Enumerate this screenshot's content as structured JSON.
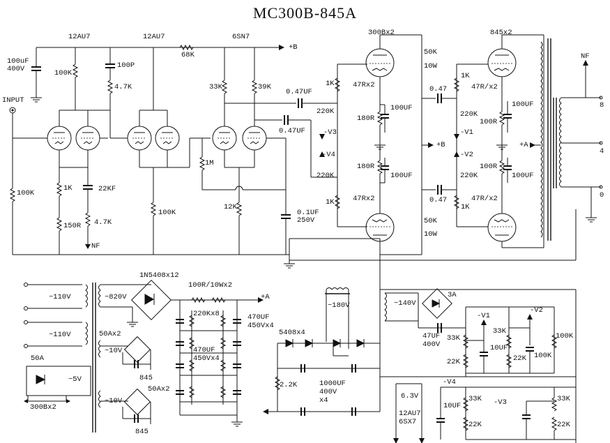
{
  "title": "MC300B-845A",
  "labels": {
    "tube1": "12AU7",
    "tube2": "12AU7",
    "tube3": "6SN7",
    "tube4": "300Bx2",
    "tube5": "845x2",
    "c_in": "100uF",
    "c_in_v": "400V",
    "r100k_a": "100K",
    "c100p": "100P",
    "r4k7_a": "4.7K",
    "r68k": "68K",
    "plusB_top": "+B",
    "r33k": "33K",
    "r39k": "39K",
    "c047_a": "0.47UF",
    "c047_b": "0.47UF",
    "input": "INPUT",
    "r100k_in": "100K",
    "r1k_a": "1K",
    "c22kf": "22KF",
    "r4k7_b": "4.7K",
    "r150r": "150R",
    "nf_a": "NF",
    "r100k_b": "100K",
    "r1m": "1M",
    "r12k": "12K",
    "c01uf": "0.1UF",
    "c01uf_v": "250V",
    "r1k_300_top": "1K",
    "r47_300_top": "47Rx2",
    "r220k_300_top": "220K",
    "v3": "-V3",
    "r180_top": "180R",
    "c100uf_300_top": "100UF",
    "v4": "-V4",
    "r220k_300_bot": "220K",
    "r180_bot": "180R",
    "c100uf_300_bot": "100UF",
    "r1k_300_bot": "1K",
    "r47_300_bot": "47Rx2",
    "r50k_top": "50K",
    "w10_top": "10W",
    "r50k_bot": "50K",
    "w10_bot": "10W",
    "plusB_mid": "+B",
    "c047_c": "0.47",
    "c047_d": "0.47",
    "r1k_845_top": "1K",
    "r47_845_top": "47R/x2",
    "r220k_845_top": "220K",
    "v1_a": "-V1",
    "c100uf_845_top": "100UF",
    "r100r_a": "100R",
    "v2_a": "-V2",
    "r220k_845_bot": "220K",
    "r100r_b": "100R",
    "c100uf_845_bot": "100UF",
    "r1k_845_bot": "1K",
    "r47_845_bot": "47R/x2",
    "plusA_a": "+A",
    "nf_b": "NF",
    "out8": "8",
    "out4": "4",
    "out0": "0",
    "ac110_a": "~110V",
    "ac110_b": "~110V",
    "ac820": "~820V",
    "diodes_a": "1N5408x12",
    "r100r10w": "100R/10Wx2",
    "plusA_b": "+A",
    "r220kx8": "220Kx8",
    "c470_a": "470UF",
    "c470_a_v": "450Vx4",
    "c470_b": "470UF",
    "c470_b_v": "450Vx4",
    "a50_a": "50Ax2",
    "ac10_a": "~10V",
    "f845_a": "845",
    "a50_b": "50Ax2",
    "ac10_b": "~10V",
    "f845_b": "845",
    "a50_c": "50A",
    "ac5": "~5V",
    "f300b": "300Bx2",
    "ac180": "~180V",
    "d5408": "5408x4",
    "r2k2": "2.2K",
    "c1000": "1000UF",
    "c1000_v": "400V",
    "c1000_x": "x4",
    "ac140": "~140V",
    "a3": "3A",
    "c47uf": "47UF",
    "c47uf_v": "400V",
    "v1_b": "-V1",
    "v2_b": "-V2",
    "r33k_a": "33K",
    "r33k_b": "33K",
    "c10uf_a": "10UF",
    "r100k_c": "100K",
    "r100k_d": "100K",
    "r22k_a": "22K",
    "r22k_b": "22K",
    "ac63": "6.3V",
    "t12au7": "12AU7",
    "t6sx7": "6SX7",
    "v4_b": "-V4",
    "c10uf_b": "10UF",
    "r33k_c": "33K",
    "v3_b": "-V3",
    "r33k_d": "33K",
    "r22k_c": "22K",
    "r22k_d": "22K"
  }
}
